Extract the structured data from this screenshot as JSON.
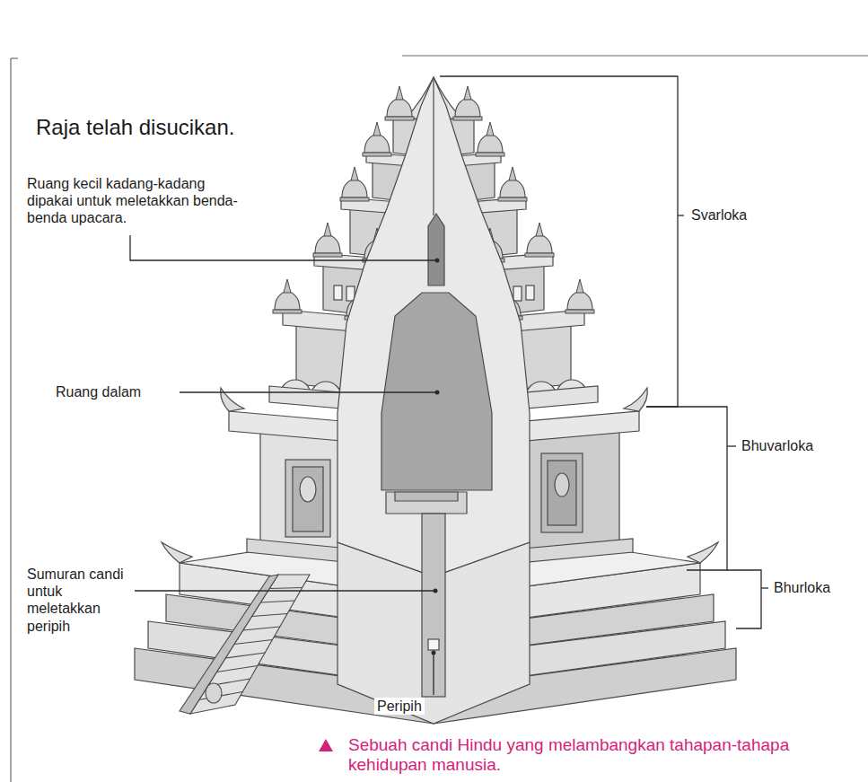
{
  "diagram": {
    "title": "Raja telah disucikan.",
    "caption": "Sebuah candi Hindu yang melambangkan tahapan-tahapa kehidupan manusia.",
    "labels": [
      "Ruang kecil kadang-kadang dipakai untuk meletakkan benda-benda upacara.",
      "Ruang dalam",
      "Sumuran candi untuk meletakkan peripih",
      "Peripih",
      "Svarloka",
      "Bhuvarloka",
      "Bhurloka"
    ]
  }
}
